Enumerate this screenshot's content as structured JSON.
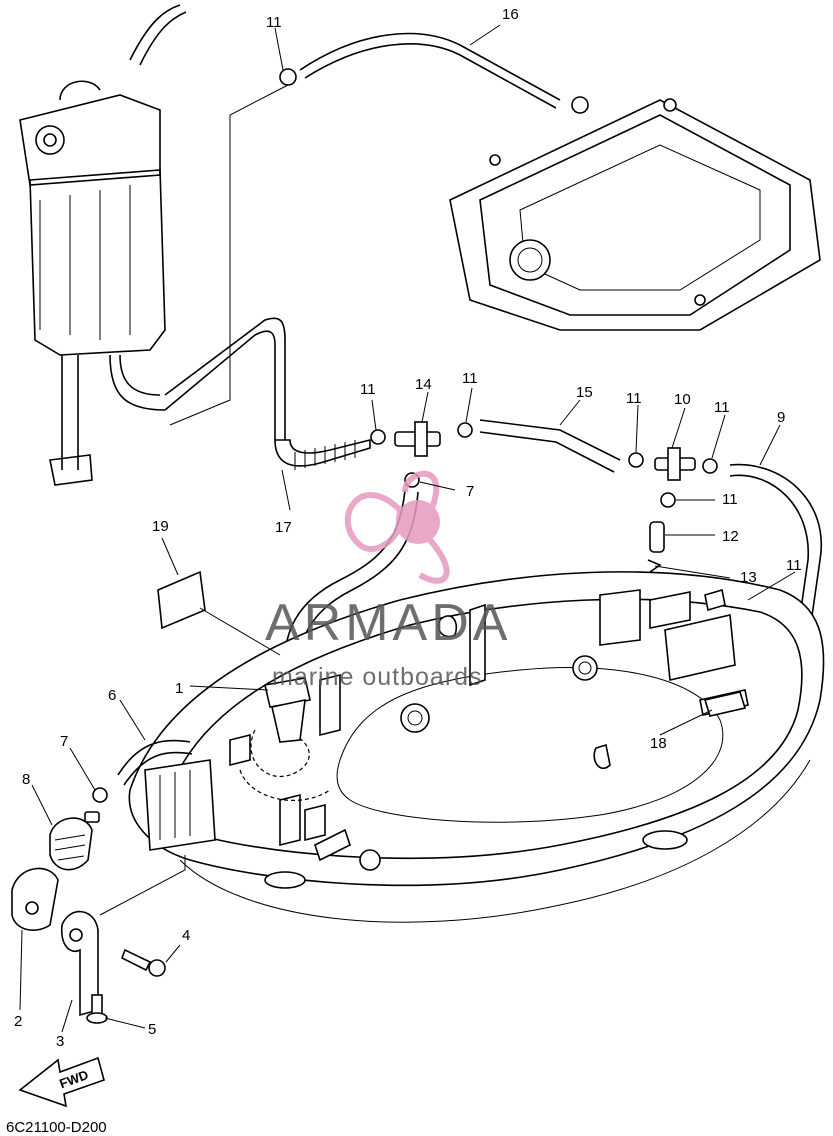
{
  "diagram_code": "6C21100-D200",
  "watermark": {
    "brand": "ARMADA",
    "tagline": "marine outboards",
    "accent_color": "#e79ac0"
  },
  "fwd_label": "FWD",
  "callouts": [
    "1",
    "2",
    "3",
    "4",
    "5",
    "6",
    "7",
    "7",
    "8",
    "9",
    "10",
    "11",
    "11",
    "11",
    "11",
    "11",
    "11",
    "11",
    "12",
    "13",
    "14",
    "15",
    "16",
    "17",
    "18",
    "19"
  ]
}
